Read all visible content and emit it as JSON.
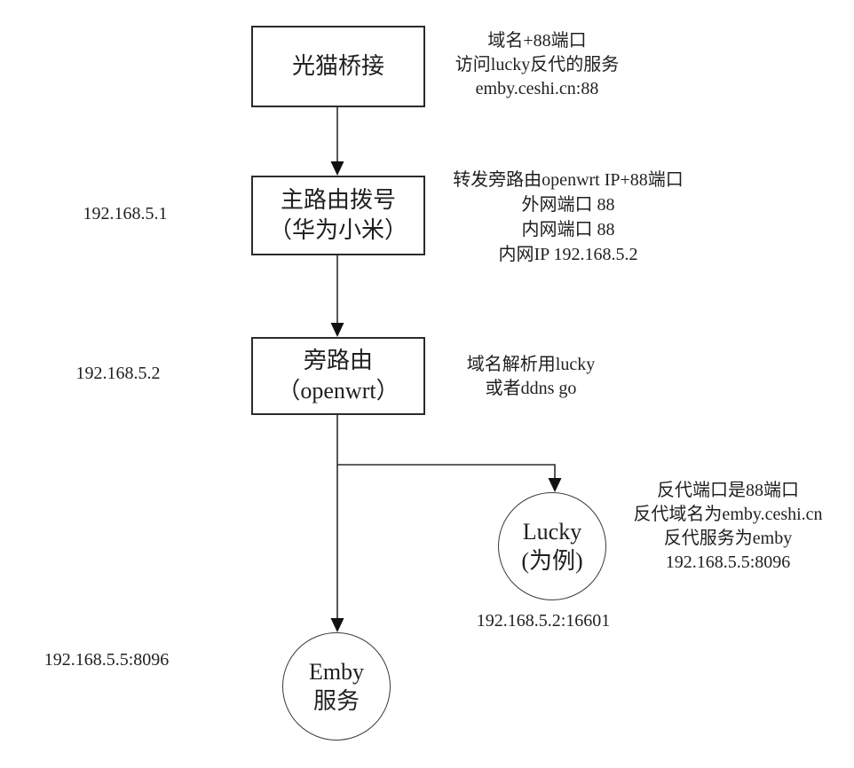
{
  "nodes": {
    "modem": {
      "line1": "光猫桥接"
    },
    "main_router": {
      "line1": "主路由拨号",
      "line2": "（华为小米）"
    },
    "side_router": {
      "line1": "旁路由",
      "line2": "（openwrt）"
    },
    "lucky": {
      "line1": "Lucky",
      "line2": "(为例)"
    },
    "emby": {
      "line1": "Emby",
      "line2": "服务"
    }
  },
  "ip_labels": {
    "main_router": "192.168.5.1",
    "side_router": "192.168.5.2",
    "emby": "192.168.5.5:8096",
    "lucky": "192.168.5.2:16601"
  },
  "annotations": {
    "modem": {
      "line1": "域名+88端口",
      "line2": "访问lucky反代的服务",
      "line3": "emby.ceshi.cn:88"
    },
    "main_router": {
      "line1": "转发旁路由openwrt IP+88端口",
      "line2": "外网端口 88",
      "line3": "内网端口 88",
      "line4": "内网IP 192.168.5.2"
    },
    "side_router": {
      "line1": "域名解析用lucky",
      "line2": "或者ddns go"
    },
    "lucky": {
      "line1": "反代端口是88端口",
      "line2": "反代域名为emby.ceshi.cn",
      "line3": "反代服务为emby",
      "line4": "192.168.5.5:8096"
    }
  },
  "colors": {
    "line": "#2b2b2b",
    "text": "#1f1f1f",
    "background": "#ffffff"
  }
}
